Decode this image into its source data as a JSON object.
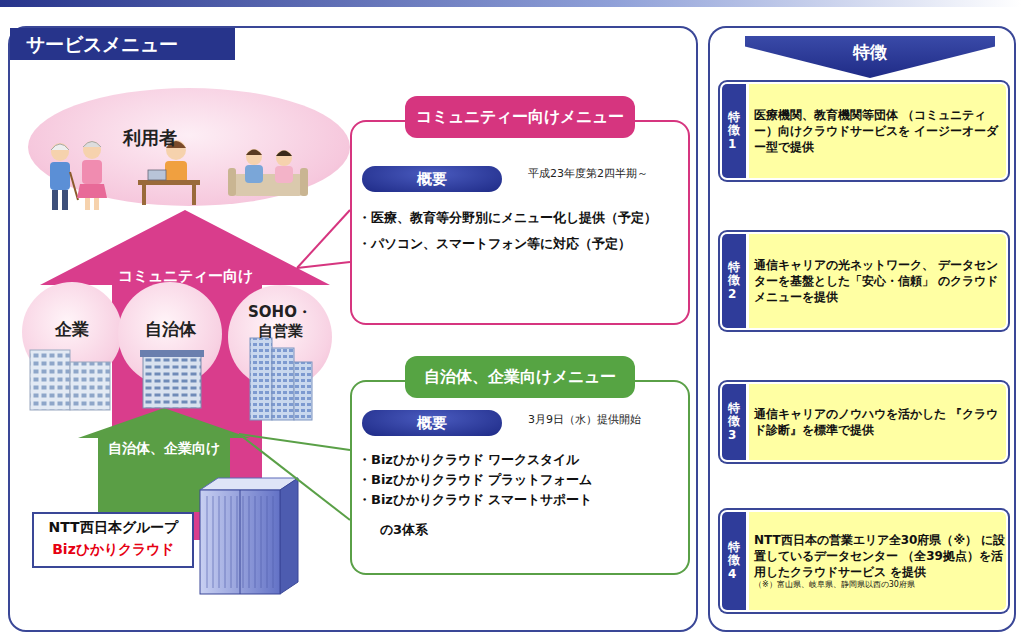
{
  "diagram": {
    "nodes": [
      {
        "text": [
          "サービスメニュー"
        ]
      },
      {
        "text": [
          "利用者"
        ],
        "in": 0
      },
      {
        "text": [
          "コミュニティー向け"
        ],
        "in": 0
      },
      {
        "text": [
          "企業"
        ],
        "in": 0
      },
      {
        "text": [
          "自治体"
        ],
        "in": 0
      },
      {
        "text": [
          "SOHO・ 自営業"
        ],
        "in": 0
      },
      {
        "text": [
          "自治体、企業向け"
        ],
        "in": 0
      },
      {
        "text": [
          "NTT西日本グループ",
          "Bizひかりクラウド"
        ],
        "in": 0
      },
      {
        "text": [
          "コミュニティー向けメニュー",
          "平成23年度第2四半期～",
          "・医療、教育等分野別にメニュー化し提供（予定）",
          "・パソコン、スマートフォン等に対応（予定）"
        ],
        "in": 0
      },
      {
        "text": [
          "概要"
        ],
        "in": 8
      },
      {
        "text": [
          "自治体、企業向けメニュー",
          "3月9日（水）提供開始",
          "・Bizひかりクラウド ワークスタイル",
          "・Bizひかりクラウド プラットフォーム",
          "・Bizひかりクラウド スマートサポート",
          "の3体系"
        ],
        "in": 0
      },
      {
        "text": [
          "概要"
        ],
        "in": 10
      },
      {
        "text": [
          "特徴"
        ]
      },
      {
        "text": [
          "特徴1",
          "医療機関、教育機関等団体 （コミュニティー）向けクラウドサービスを イージーオーダー型で提供"
        ],
        "in": 12
      },
      {
        "text": [
          "特徴2",
          "通信キャリアの光ネットワーク、 データセンターを基盤とした「安心・信頼」 のクラウドメニューを提供"
        ],
        "in": 12
      },
      {
        "text": [
          "特徴3",
          "通信キャリアのノウハウを活かした 『クラウド診断』を標準で提供"
        ],
        "in": 12
      },
      {
        "text": [
          "特徴4",
          "NTT西日本の営業エリア全30府県（※） に設置しているデータセンター （全39拠点）を活用したクラウドサービス を提供",
          "（※）富山県、岐阜県、静岡県以西の30府県"
        ],
        "in": 12
      }
    ],
    "edges": [
      {
        "from": 2,
        "to": 8,
        "arrow": "none"
      },
      {
        "from": 6,
        "to": 10,
        "arrow": "none"
      }
    ]
  }
}
